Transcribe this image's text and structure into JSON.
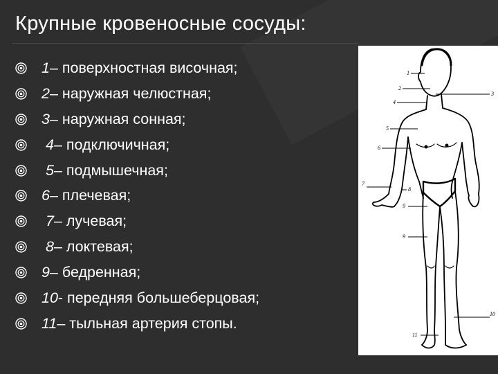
{
  "slide": {
    "title": "Крупные кровеносные сосуды:",
    "items": [
      {
        "num": "1",
        "text": " – поверхностная височная;"
      },
      {
        "num": "2",
        "text": " – наружная челюстная;"
      },
      {
        "num": "3",
        "text": " – наружная сонная;"
      },
      {
        "num": " 4",
        "text": " – подключичная;"
      },
      {
        "num": " 5",
        "text": " – подмышечная;"
      },
      {
        "num": "6",
        "text": " – плечевая;"
      },
      {
        "num": " 7",
        "text": " – лучевая;"
      },
      {
        "num": " 8",
        "text": " – локтевая;"
      },
      {
        "num": "9",
        "text": " – бедренная;"
      },
      {
        "num": "10",
        "text": "- передняя большеберцовая;"
      },
      {
        "num": "11",
        "text": " – тыльная артерия стопы."
      }
    ],
    "bullet_icon": "circled-bullet-icon",
    "colors": {
      "background": "#2e2e2e",
      "text": "#ffffff",
      "figure_bg": "#ffffff"
    }
  },
  "figure": {
    "callouts": [
      "1",
      "2",
      "3",
      "4",
      "5",
      "6",
      "7",
      "8",
      "9",
      "9",
      "10",
      "11"
    ]
  }
}
